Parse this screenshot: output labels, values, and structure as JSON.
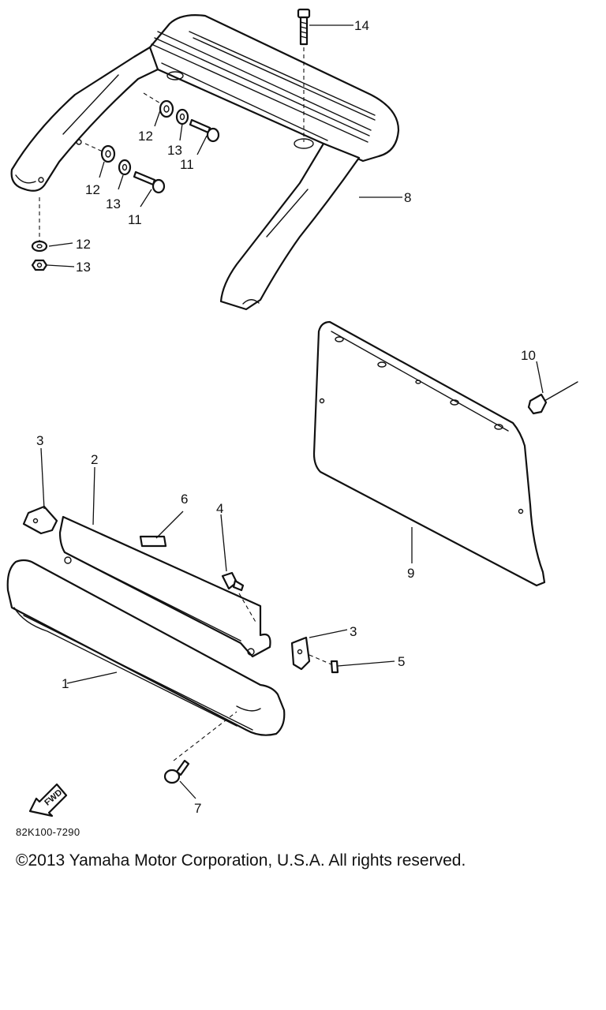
{
  "diagram": {
    "callouts": {
      "p1": "1",
      "p2": "2",
      "p3a": "3",
      "p3b": "3",
      "p4": "4",
      "p5": "5",
      "p6": "6",
      "p7": "7",
      "p8": "8",
      "p9": "9",
      "p10": "10",
      "p11a": "11",
      "p11b": "11",
      "p12a": "12",
      "p12b": "12",
      "p12c": "12",
      "p13a": "13",
      "p13b": "13",
      "p13c": "13",
      "p14": "14"
    },
    "fwd_marker": "FWD"
  },
  "footer": {
    "code": "82K100-7290",
    "copyright": "©2013 Yamaha Motor Corporation, U.S.A. All rights reserved."
  }
}
